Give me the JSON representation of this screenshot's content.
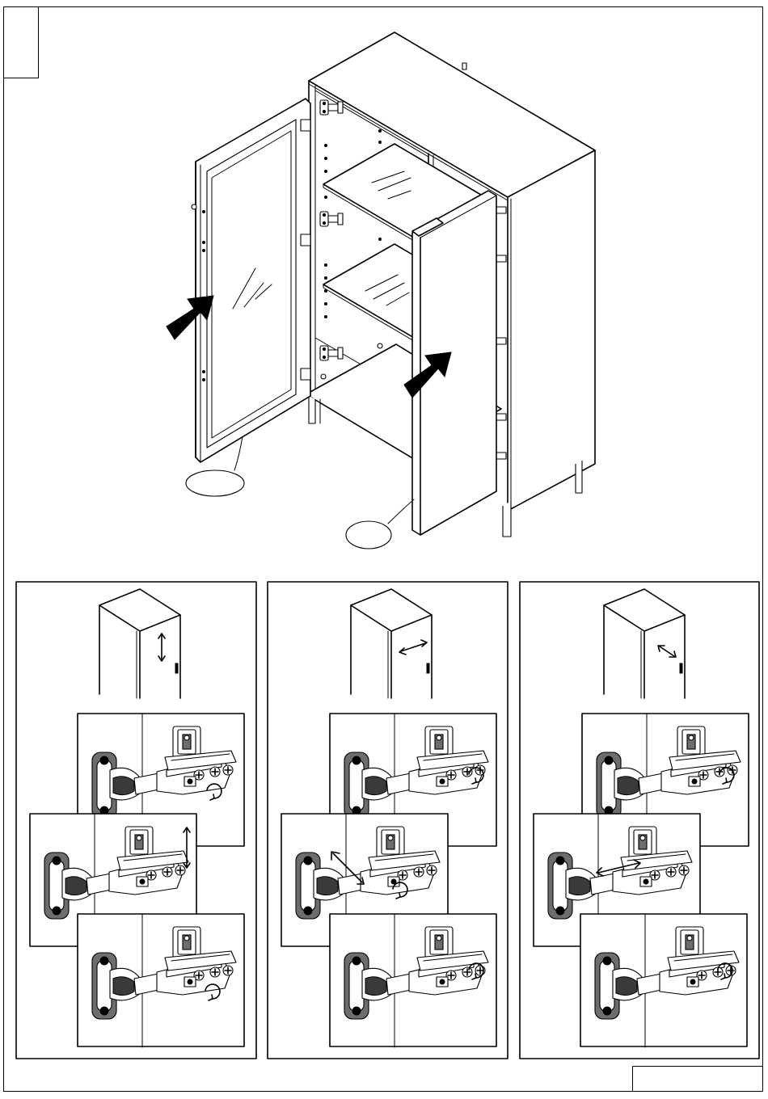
{
  "step_number": "",
  "page_number": "",
  "parts": {
    "glass_door_label": "",
    "solid_door_label": ""
  },
  "adjustments": [
    {
      "direction": "vertical",
      "arrow_icon": "double-arrow-vertical"
    },
    {
      "direction": "lateral",
      "arrow_icon": "double-arrow-horizontal"
    },
    {
      "direction": "depth",
      "arrow_icon": "double-arrow-diagonal"
    }
  ],
  "colors": {
    "line": "#000000",
    "background": "#ffffff",
    "shade": "#6d6d6d"
  }
}
